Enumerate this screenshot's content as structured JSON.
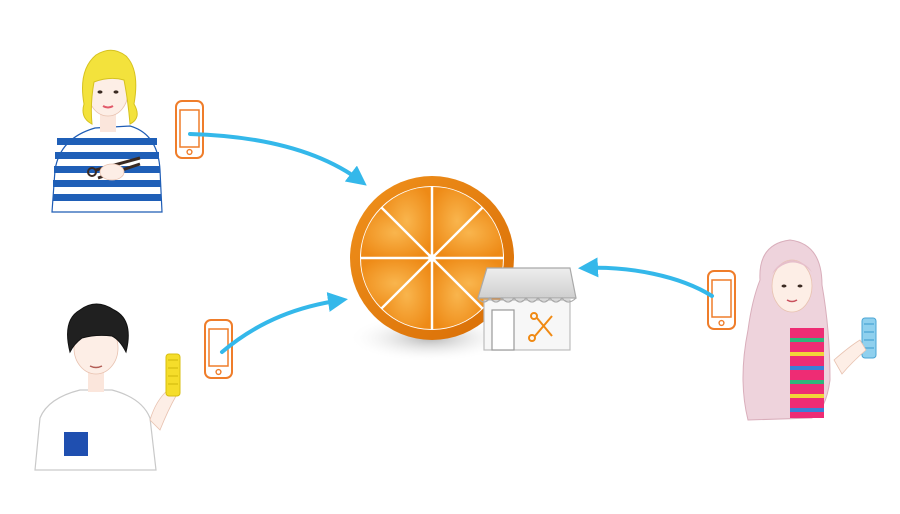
{
  "colors": {
    "background": "#ffffff",
    "orange_dark": "#e0790a",
    "orange_light": "#f6a43a",
    "orange_rind": "#e8850f",
    "arrow": "#34b8ea",
    "phone": "#ef7d2a",
    "shop_awning": "#dcdcdc",
    "shop_body": "#f7f7f7",
    "scissors": "#f08a14",
    "shadow": "#bdbdbd"
  },
  "icons": {
    "hub": "orange-icon",
    "shop": "storefront-icon",
    "scissors": "scissors-icon",
    "phone": "smartphone-icon"
  },
  "people": [
    {
      "id": "top-left",
      "hair": "#f3e23c",
      "shirt": "#1f5fb7",
      "item": "scissors-icon"
    },
    {
      "id": "bottom-left",
      "hair": "#202020",
      "shirt": "#ffffff",
      "item": "comb-icon"
    },
    {
      "id": "right",
      "hair": "#e8c7d2",
      "shirt": "#ee2c74",
      "item": "comb-icon"
    }
  ]
}
